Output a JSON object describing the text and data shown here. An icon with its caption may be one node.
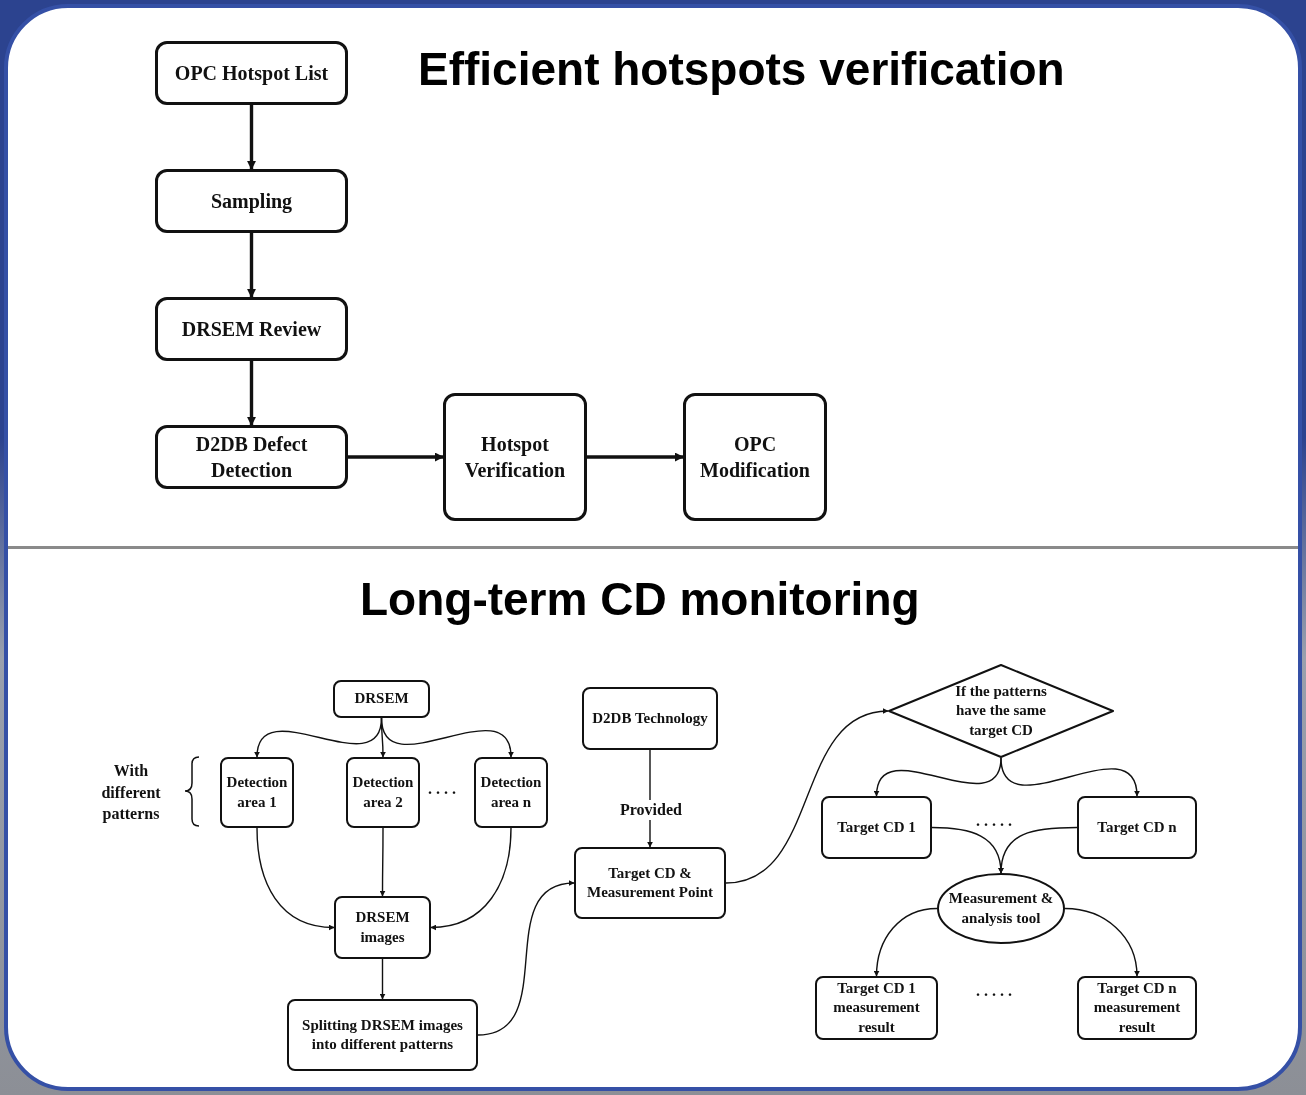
{
  "diagram": {
    "title": "Efficient hotspots verification",
    "nodes": [
      {
        "text": [
          "OPC Hotspot List"
        ]
      },
      {
        "text": [
          "Sampling"
        ]
      },
      {
        "text": [
          "DRSEM Review"
        ]
      },
      {
        "text": [
          "D2DB Defect Detection"
        ]
      },
      {
        "text": [
          "Hotspot Verification"
        ]
      },
      {
        "text": [
          "OPC Modification"
        ]
      },
      {
        "text": [
          "DRSEM"
        ]
      },
      {
        "text": [
          "Detection area 1"
        ]
      },
      {
        "text": [
          "Detection area 2"
        ]
      },
      {
        "text": [
          "Detection area n"
        ]
      },
      {
        "text": [
          "DRSEM images"
        ]
      },
      {
        "text": [
          "Splitting DRSEM images into different patterns"
        ]
      },
      {
        "text": [
          "D2DB Technology"
        ]
      },
      {
        "text": [
          "Target CD & Measurement Point"
        ]
      },
      {
        "text": [
          "If the patterns have the same target CD"
        ]
      },
      {
        "text": [
          "Target CD 1"
        ]
      },
      {
        "text": [
          "Target CD n"
        ]
      },
      {
        "text": [
          "Measurement & analysis tool"
        ]
      },
      {
        "text": [
          "Target CD 1 measurement result"
        ]
      },
      {
        "text": [
          "Target CD n measurement result"
        ]
      }
    ],
    "edges": [
      {
        "from": 0,
        "to": 1,
        "arrow": "to",
        "style": "thick"
      },
      {
        "from": 1,
        "to": 2,
        "arrow": "to",
        "style": "thick"
      },
      {
        "from": 2,
        "to": 3,
        "arrow": "to",
        "style": "thick"
      },
      {
        "from": 3,
        "to": 4,
        "arrow": "to",
        "style": "thick"
      },
      {
        "from": 4,
        "to": 5,
        "arrow": "to",
        "style": "thick"
      },
      {
        "from": 6,
        "to": 7,
        "arrow": "to"
      },
      {
        "from": 6,
        "to": 8,
        "arrow": "to"
      },
      {
        "from": 6,
        "to": 9,
        "arrow": "to"
      },
      {
        "from": 7,
        "to": 10,
        "arrow": "to"
      },
      {
        "from": 8,
        "to": 10,
        "arrow": "to"
      },
      {
        "from": 9,
        "to": 10,
        "arrow": "to"
      },
      {
        "from": 10,
        "to": 11,
        "arrow": "to"
      },
      {
        "from": 11,
        "to": 13,
        "arrow": "to"
      },
      {
        "from": 12,
        "to": 13,
        "arrow": "to",
        "label": "Provided"
      },
      {
        "from": 13,
        "to": 14,
        "arrow": "to"
      },
      {
        "from": 14,
        "to": 15,
        "arrow": "to"
      },
      {
        "from": 14,
        "to": 16,
        "arrow": "to"
      },
      {
        "from": 15,
        "to": 17,
        "arrow": "to"
      },
      {
        "from": 16,
        "to": 17,
        "arrow": "to"
      },
      {
        "from": 17,
        "to": 18,
        "arrow": "to"
      },
      {
        "from": 17,
        "to": 19,
        "arrow": "to"
      }
    ],
    "labels": [
      "Long-term CD monitoring",
      "With different patterns",
      ". . . .",
      ". . . . .",
      ". . . . ."
    ]
  }
}
